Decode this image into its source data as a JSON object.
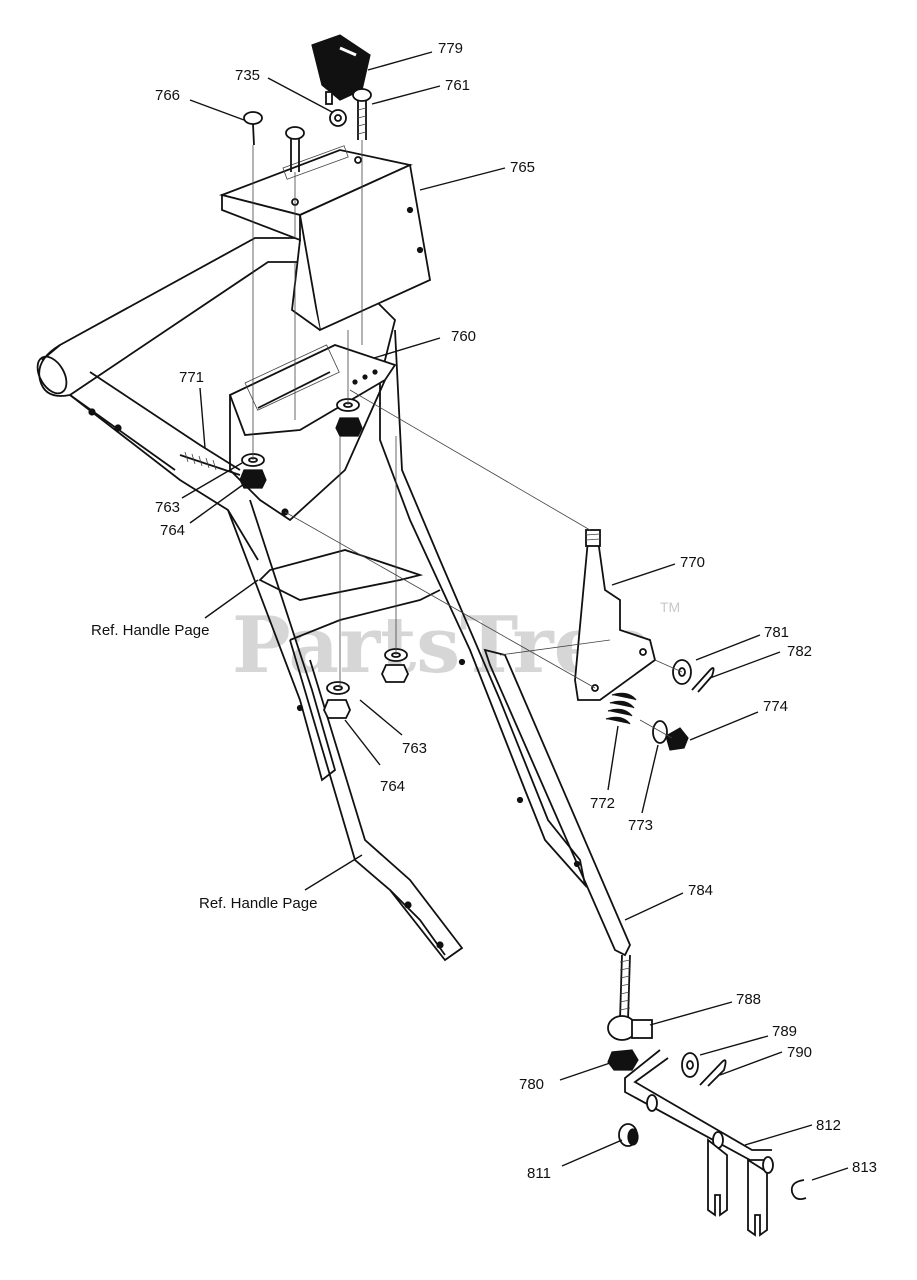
{
  "watermark": {
    "text": "PartsTree",
    "trademark": "TM"
  },
  "callouts": [
    {
      "id": "779",
      "text": "779"
    },
    {
      "id": "735",
      "text": "735"
    },
    {
      "id": "761",
      "text": "761"
    },
    {
      "id": "766",
      "text": "766"
    },
    {
      "id": "765",
      "text": "765"
    },
    {
      "id": "760",
      "text": "760"
    },
    {
      "id": "771",
      "text": "771"
    },
    {
      "id": "763a",
      "text": "763"
    },
    {
      "id": "764a",
      "text": "764"
    },
    {
      "id": "763b",
      "text": "763"
    },
    {
      "id": "764b",
      "text": "764"
    },
    {
      "id": "770",
      "text": "770"
    },
    {
      "id": "781",
      "text": "781"
    },
    {
      "id": "782",
      "text": "782"
    },
    {
      "id": "774",
      "text": "774"
    },
    {
      "id": "772",
      "text": "772"
    },
    {
      "id": "773",
      "text": "773"
    },
    {
      "id": "784",
      "text": "784"
    },
    {
      "id": "788",
      "text": "788"
    },
    {
      "id": "789",
      "text": "789"
    },
    {
      "id": "790",
      "text": "790"
    },
    {
      "id": "780",
      "text": "780"
    },
    {
      "id": "812",
      "text": "812"
    },
    {
      "id": "811",
      "text": "811"
    },
    {
      "id": "813",
      "text": "813"
    }
  ],
  "references": [
    {
      "id": "ref-upper",
      "text": "Ref. Handle Page"
    },
    {
      "id": "ref-lower",
      "text": "Ref. Handle Page"
    }
  ]
}
